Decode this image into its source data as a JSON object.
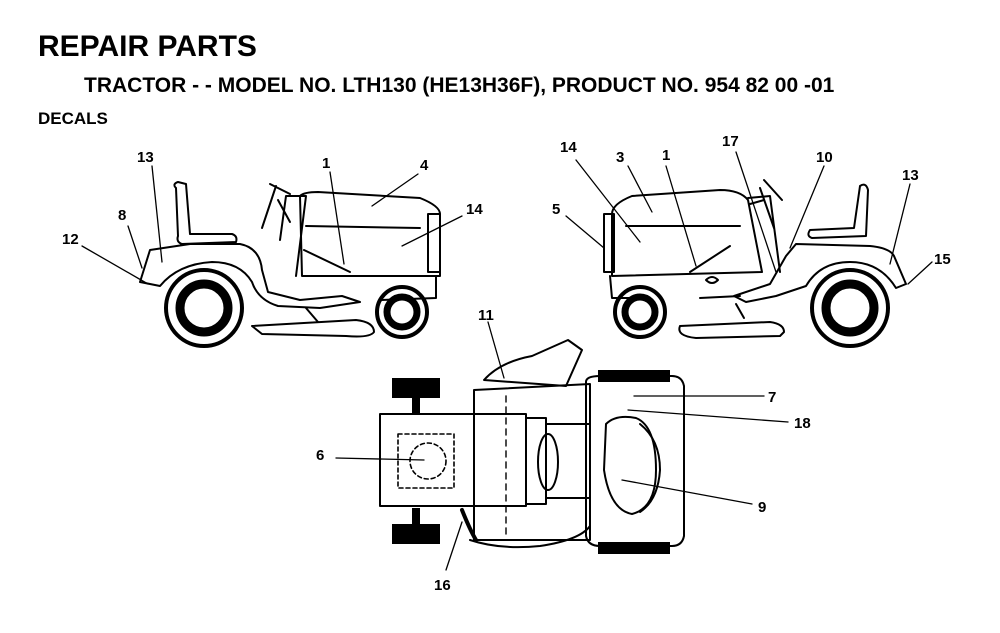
{
  "header": {
    "title": "REPAIR PARTS",
    "subtitle": "TRACTOR - - MODEL NO. LTH130 (HE13H36F),  PRODUCT NO. 954 82 00 -01",
    "section": "DECALS"
  },
  "callouts": {
    "left_view": [
      "13",
      "1",
      "4",
      "14",
      "8",
      "12"
    ],
    "right_view": [
      "14",
      "3",
      "1",
      "17",
      "10",
      "13",
      "5",
      "15"
    ],
    "top_view": [
      "11",
      "7",
      "18",
      "6",
      "9",
      "16"
    ]
  }
}
